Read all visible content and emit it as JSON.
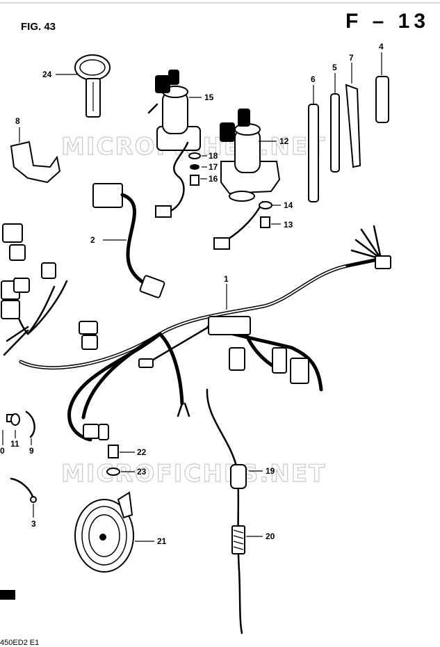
{
  "header": {
    "fig": "FIG. 43",
    "code": "F – 13"
  },
  "watermark": "MICROFICHES.NET",
  "footer": {
    "model": "450ED2 E1"
  },
  "callouts": {
    "p1": "1",
    "p2": "2",
    "p3": "3",
    "p4": "4",
    "p5": "5",
    "p6": "6",
    "p7": "7",
    "p8": "8",
    "p9": "9",
    "p10": "0",
    "p11": "11",
    "p12": "12",
    "p13": "13",
    "p14": "14",
    "p15": "15",
    "p16": "16",
    "p17": "17",
    "p18": "18",
    "p19": "19",
    "p20": "20",
    "p21": "21",
    "p22": "22",
    "p23": "23",
    "p24": "24"
  }
}
